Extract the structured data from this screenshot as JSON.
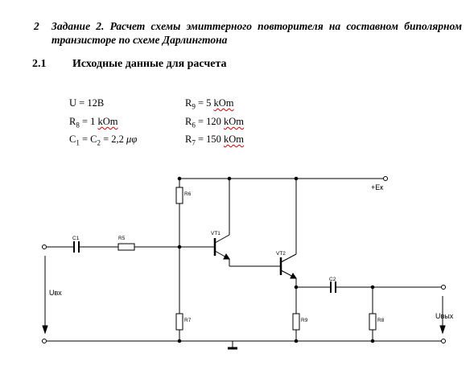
{
  "heading": {
    "number": "2",
    "text": "Задание 2. Расчет схемы эмиттерного повторителя на составном биполярном транзисторе по схеме Дарлингтона"
  },
  "section": {
    "number": "2.1",
    "title": "Исходные данные для расчета"
  },
  "params": {
    "u": "U = 12В",
    "r8_a": "R",
    "r8_s": "8",
    "r8_b": " = 1 ",
    "r8_u": "kOm",
    "c_a": "C",
    "c1": "1",
    "c_m": " = C",
    "c2": "2",
    "c_b": " = 2,2 ",
    "c_u": "μφ",
    "r9_a": "R",
    "r9_s": "9",
    "r9_b": " = 5 ",
    "r9_u": "kOm",
    "r6_a": "R",
    "r6_s": "6",
    "r6_b": " = 120 ",
    "r6_u": "kOm",
    "r7_a": "R",
    "r7_s": "7",
    "r7_b": " = 150 ",
    "r7_u": "kOm"
  },
  "schematic": {
    "c1": "C1",
    "r5": "R5",
    "r6": "R6",
    "r7": "R7",
    "r8": "R8",
    "r9": "R9",
    "vt1": "VT1",
    "vt2": "VT2",
    "c2": "C2",
    "ek": "+Ек",
    "uin": "Uвх",
    "uout": "Uвых"
  }
}
